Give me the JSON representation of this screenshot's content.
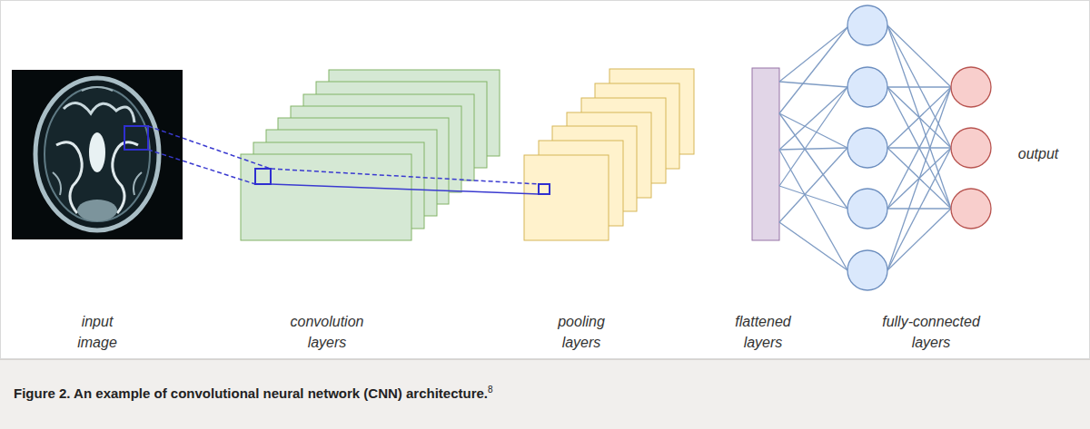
{
  "diagram": {
    "caption": "Figure 2. An example of convolutional neural network (CNN) architecture.",
    "labels": [
      "input image",
      "convolution layers",
      "pooling layers",
      "flattened layers",
      "fully-connected layers",
      "output",
      "8"
    ]
  }
}
